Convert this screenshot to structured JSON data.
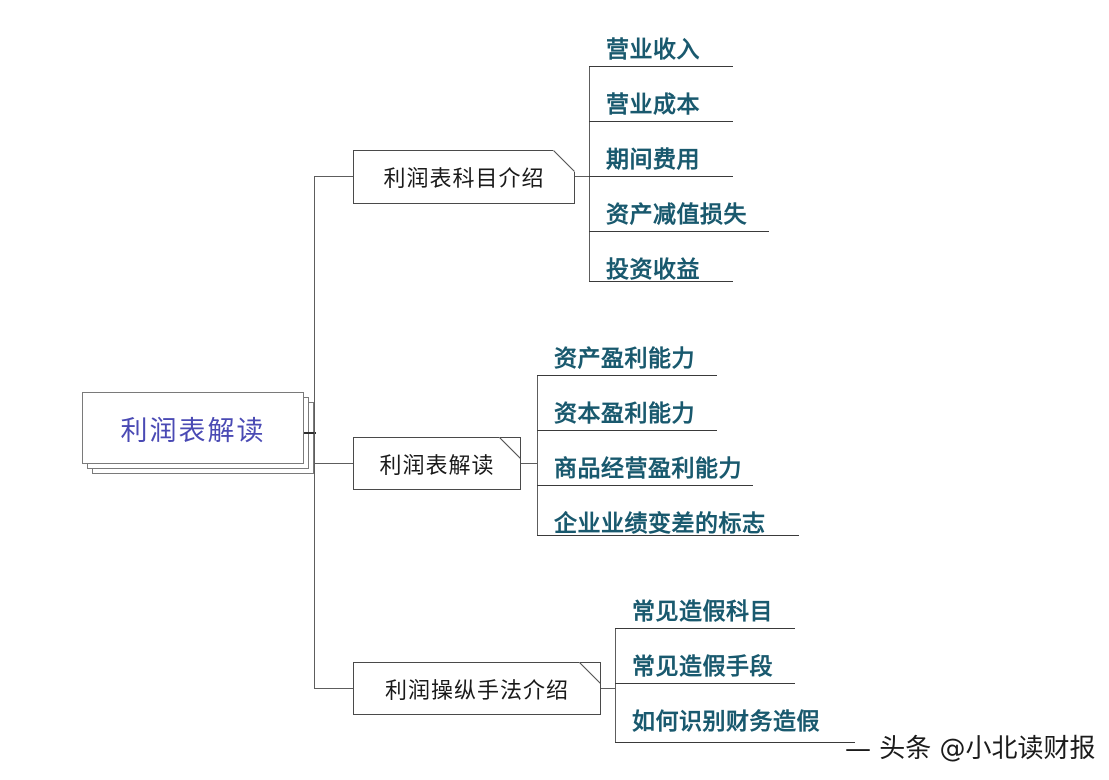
{
  "diagram": {
    "type": "mindmap",
    "orientation": "left-to-right",
    "root": {
      "label": "利润表解读",
      "text_color": "#4a4ab4"
    },
    "branch_text_color": "#1a1a1a",
    "leaf_text_color": "#19596e",
    "line_color": "#5d5d5d",
    "branches": [
      {
        "label": "利润表科目介绍",
        "leaves": [
          {
            "label": "营业收入"
          },
          {
            "label": "营业成本"
          },
          {
            "label": "期间费用"
          },
          {
            "label": "资产减值损失"
          },
          {
            "label": "投资收益"
          }
        ]
      },
      {
        "label": "利润表解读",
        "leaves": [
          {
            "label": "资产盈利能力"
          },
          {
            "label": "资本盈利能力"
          },
          {
            "label": "商品经营盈利能力"
          },
          {
            "label": "企业业绩变差的标志"
          }
        ]
      },
      {
        "label": "利润操纵手法介绍",
        "leaves": [
          {
            "label": "常见造假科目"
          },
          {
            "label": "常见造假手段"
          },
          {
            "label": "如何识别财务造假"
          }
        ]
      }
    ]
  },
  "watermark": {
    "label": "— 头条 @小北读财报"
  }
}
